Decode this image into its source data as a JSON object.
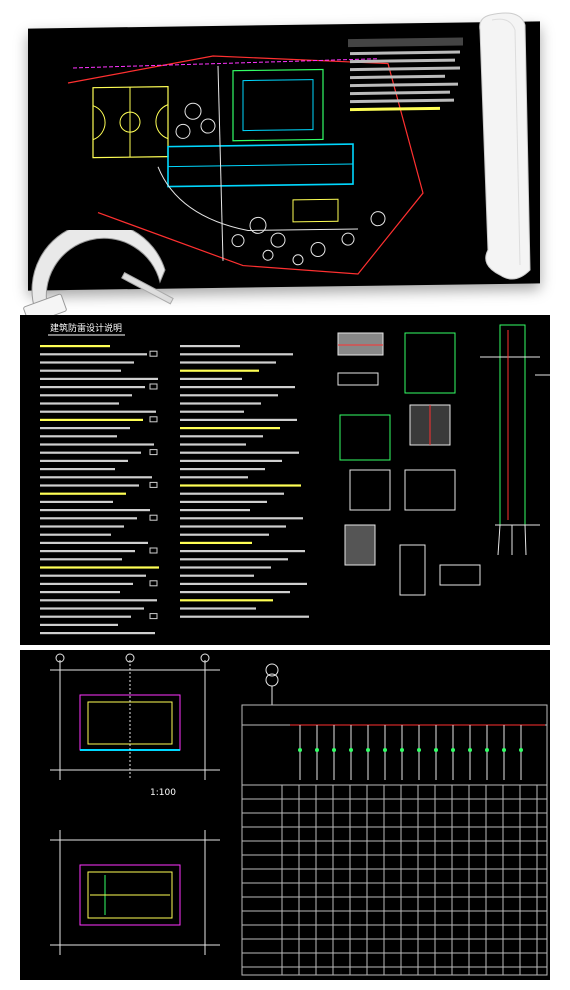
{
  "panels": {
    "site_plan": {
      "title": ""
    },
    "notes": {
      "title": "建筑防雷设计说明"
    },
    "floor_plans": {
      "scale": "1:100"
    }
  },
  "colors": {
    "cad_background": "#000000",
    "cyan_line": "#00d8ff",
    "yellow_line": "#ffff55",
    "red_line": "#ff3030",
    "green_line": "#33ff66",
    "magenta_line": "#ff33ff",
    "white_line": "#e6e6e6"
  },
  "icons": [
    "watermark-logo",
    "rolled-paper",
    "protractor-ruler",
    "transformer-symbol"
  ]
}
